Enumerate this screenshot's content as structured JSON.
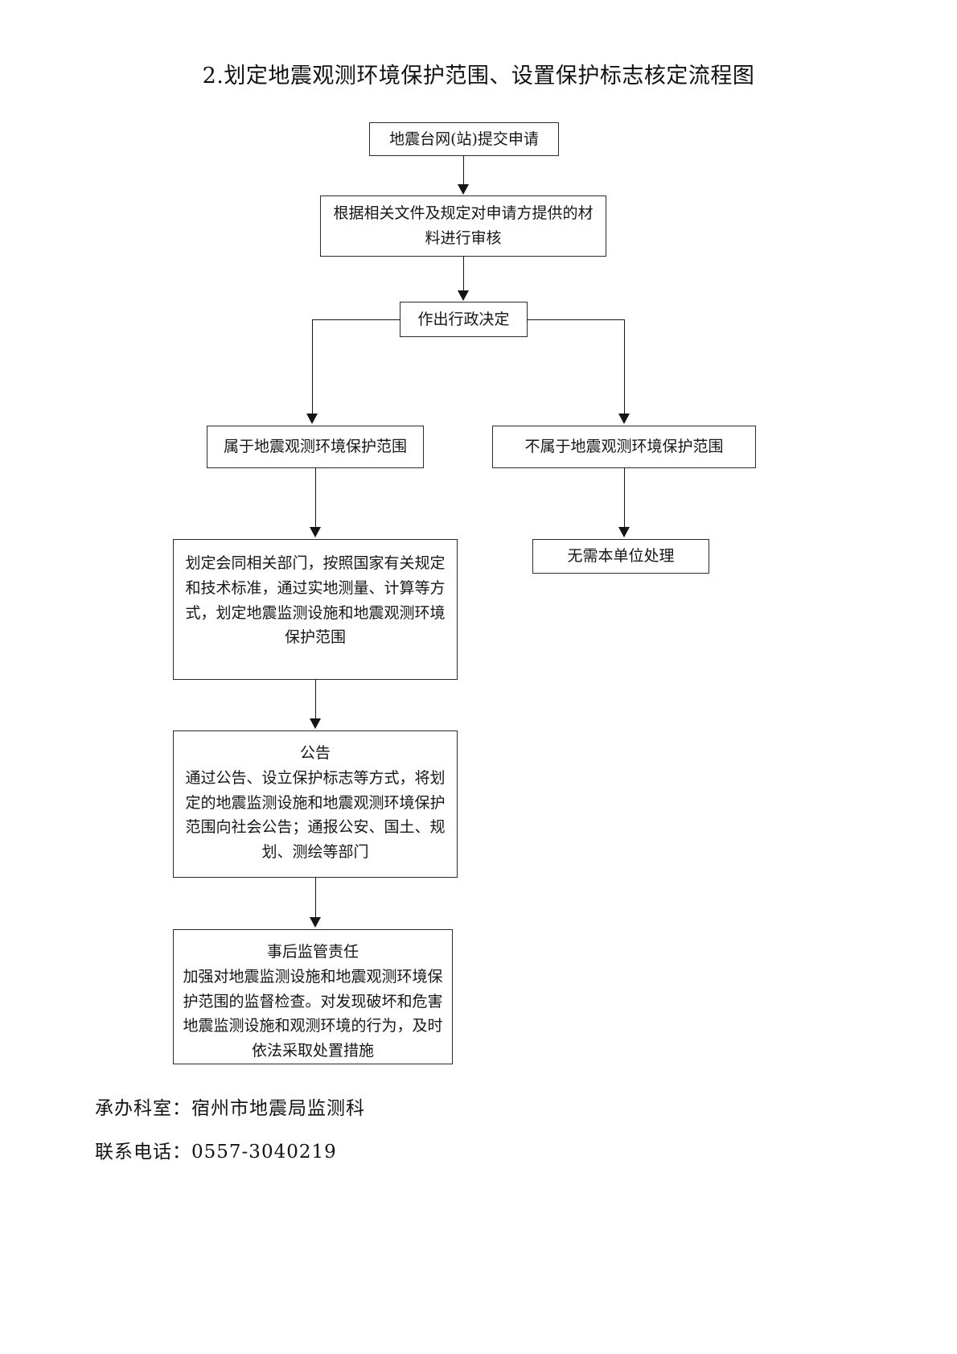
{
  "document": {
    "title": "2.划定地震观测环境保护范围、设置保护标志核定流程图"
  },
  "flowchart": {
    "type": "flowchart",
    "orientation": "top-down",
    "nodes": [
      {
        "id": "apply",
        "label": "地震台网(站)提交申请"
      },
      {
        "id": "review",
        "label": "根据相关文件及规定对申请方提供的材料进行审核"
      },
      {
        "id": "decision",
        "label": "作出行政决定"
      },
      {
        "id": "within",
        "label": "属于地震观测环境保护范围"
      },
      {
        "id": "outside",
        "label": "不属于地震观测环境保护范围"
      },
      {
        "id": "nohandle",
        "label": "无需本单位处理"
      },
      {
        "id": "delimit",
        "label": "划定会同相关部门，按照国家有关规定和技术标准，通过实地测量、计算等方式，划定地震监测设施和地震观测环境保护范围"
      },
      {
        "id": "notice",
        "heading": "公告",
        "label": "通过公告、设立保护标志等方式，将划定的地震监测设施和地震观测环境保护范围向社会公告；通报公安、国土、规划、测绘等部门"
      },
      {
        "id": "supervise",
        "heading": "事后监管责任",
        "label": "加强对地震监测设施和地震观测环境保护范围的监督检查。对发现破坏和危害地震监测设施和观测环境的行为，及时依法采取处置措施"
      }
    ],
    "edges": [
      {
        "from": "apply",
        "to": "review"
      },
      {
        "from": "review",
        "to": "decision"
      },
      {
        "from": "decision",
        "to": "within"
      },
      {
        "from": "decision",
        "to": "outside"
      },
      {
        "from": "within",
        "to": "delimit"
      },
      {
        "from": "outside",
        "to": "nohandle"
      },
      {
        "from": "delimit",
        "to": "notice"
      },
      {
        "from": "notice",
        "to": "supervise"
      }
    ]
  },
  "footer": {
    "department": "承办科室：宿州市地震局监测科",
    "phone": "联系电话：0557-3040219"
  },
  "colors": {
    "border": "#2a2a2a",
    "text": "#161616",
    "background": "#ffffff"
  }
}
